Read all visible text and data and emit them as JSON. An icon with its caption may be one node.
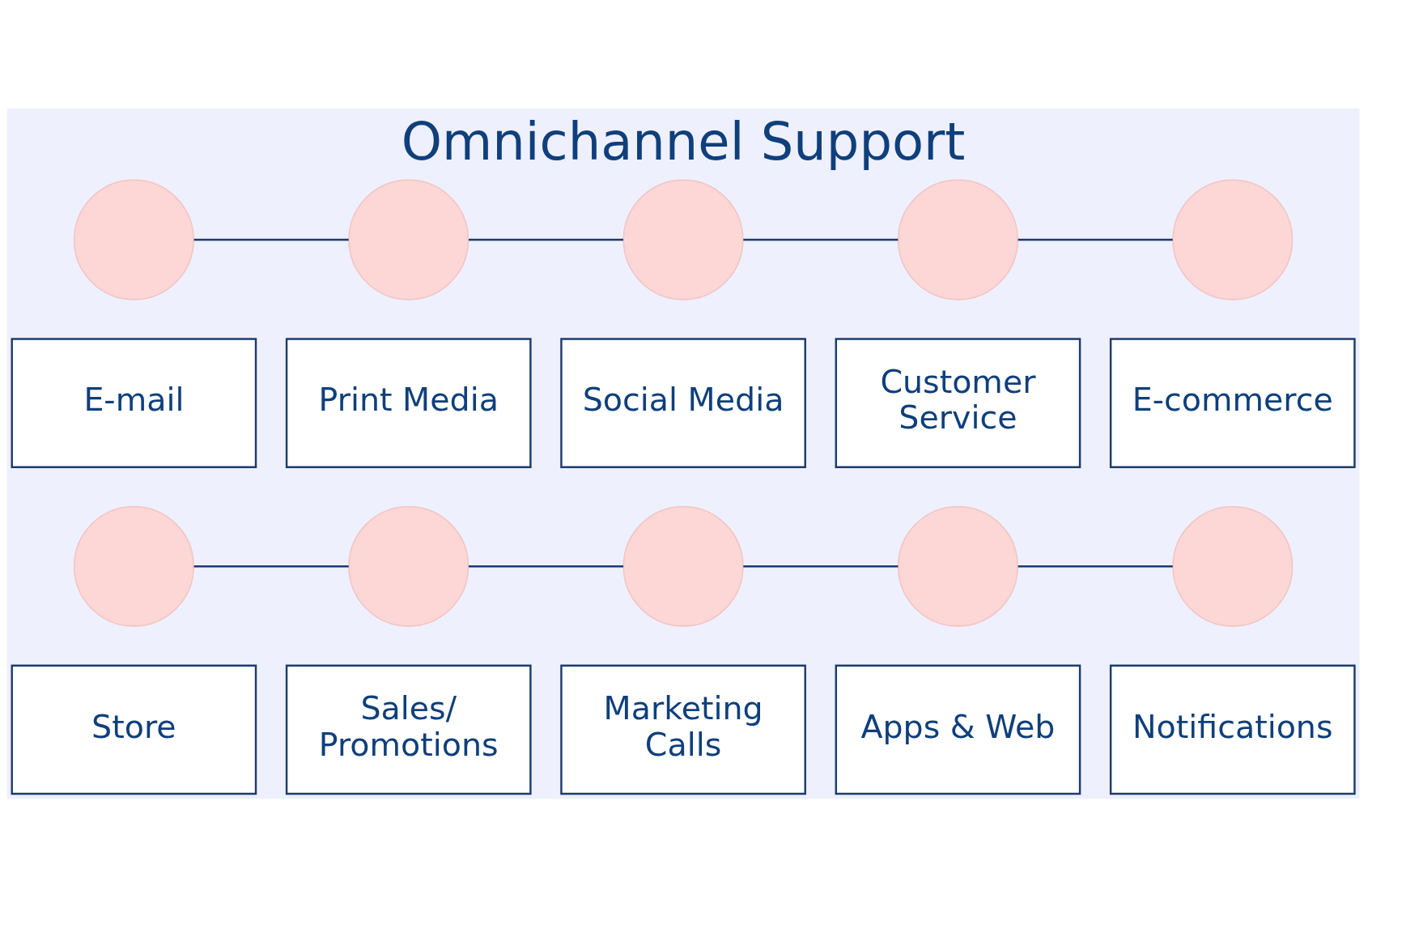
{
  "diagram": {
    "title": "Omnichannel Support",
    "nodes": [
      {
        "text": [],
        "shape": "circle"
      },
      {
        "text": [],
        "shape": "circle"
      },
      {
        "text": [],
        "shape": "circle"
      },
      {
        "text": [],
        "shape": "circle"
      },
      {
        "text": [],
        "shape": "circle"
      },
      {
        "text": [
          "E-mail"
        ]
      },
      {
        "text": [
          "Print Media"
        ]
      },
      {
        "text": [
          "Social Media"
        ]
      },
      {
        "text": [
          "Customer Service"
        ]
      },
      {
        "text": [
          "E-commerce"
        ]
      },
      {
        "text": [],
        "shape": "circle"
      },
      {
        "text": [],
        "shape": "circle"
      },
      {
        "text": [],
        "shape": "circle"
      },
      {
        "text": [],
        "shape": "circle"
      },
      {
        "text": [],
        "shape": "circle"
      },
      {
        "text": [
          "Store"
        ]
      },
      {
        "text": [
          "Sales/ Promotions"
        ]
      },
      {
        "text": [
          "Marketing Calls"
        ]
      },
      {
        "text": [
          "Apps & Web"
        ]
      },
      {
        "text": [
          "Notifications"
        ]
      }
    ],
    "edges": [
      {
        "from": 0,
        "to": 1,
        "arrow": "none"
      },
      {
        "from": 1,
        "to": 2,
        "arrow": "none"
      },
      {
        "from": 2,
        "to": 3,
        "arrow": "none"
      },
      {
        "from": 3,
        "to": 4,
        "arrow": "none"
      },
      {
        "from": 10,
        "to": 11,
        "arrow": "none"
      },
      {
        "from": 11,
        "to": 12,
        "arrow": "none"
      },
      {
        "from": 12,
        "to": 13,
        "arrow": "none"
      },
      {
        "from": 13,
        "to": 14,
        "arrow": "none"
      }
    ]
  }
}
